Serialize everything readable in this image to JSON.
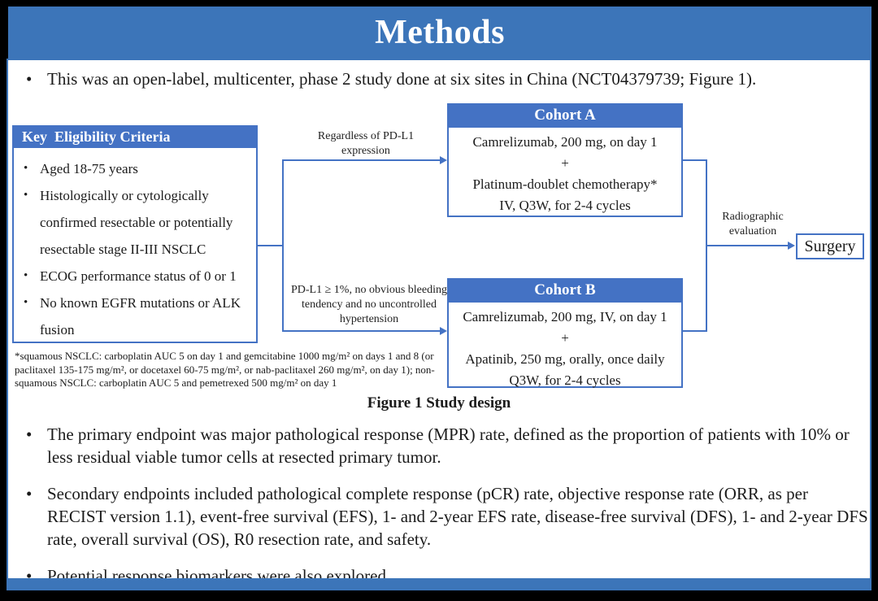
{
  "slide": {
    "title": "Methods",
    "intro_bullet": "This was an open-label, multicenter, phase 2 study done at six sites in China (NCT04379739; Figure 1)."
  },
  "figure": {
    "caption": "Figure 1 Study design",
    "eligibility": {
      "title": "Key  Eligibility Criteria",
      "items": [
        "Aged 18-75 years",
        "Histologically or cytologically confirmed resectable or potentially resectable stage II-III NSCLC",
        "ECOG performance status of 0 or 1",
        "No known EGFR mutations or ALK fusion"
      ]
    },
    "cohort_a": {
      "title": "Cohort A",
      "lines": [
        "Camrelizumab, 200 mg, on day 1",
        "+",
        "Platinum-doublet chemotherapy*",
        "IV, Q3W, for 2-4 cycles"
      ]
    },
    "cohort_b": {
      "title": "Cohort B",
      "lines": [
        "Camrelizumab, 200 mg, IV, on day 1",
        "+",
        "Apatinib, 250 mg, orally, once daily",
        "Q3W, for 2-4 cycles"
      ]
    },
    "branch_label_top": "Regardless of PD-L1 expression",
    "branch_label_bottom": "PD-L1 ≥ 1%, no obvious bleeding tendency and no uncontrolled hypertension",
    "evaluation_label": "Radiographic evaluation",
    "surgery_label": "Surgery",
    "footnote": "*squamous NSCLC: carboplatin AUC 5 on day 1 and gemcitabine 1000 mg/m² on days 1 and 8 (or paclitaxel 135-175 mg/m², or docetaxel 60-75 mg/m², or nab-paclitaxel 260 mg/m², on day 1); non-squamous NSCLC: carboplatin AUC 5 and pemetrexed 500 mg/m² on day 1"
  },
  "endpoint_bullets": [
    "The primary endpoint was major pathological response (MPR) rate, defined as the proportion of patients with 10% or less residual viable tumor cells at resected primary tumor.",
    "Secondary endpoints included pathological complete response (pCR) rate, objective response rate (ORR, as per RECIST version 1.1), event-free survival (EFS), 1- and 2-year EFS rate, disease-free survival (DFS), 1- and 2-year DFS rate, overall survival (OS), R0 resection rate, and safety.",
    "Potential response biomarkers were also explored."
  ],
  "colors": {
    "title_bar_blue": "#3c75b9",
    "box_header_blue": "#4472c4",
    "connector_blue": "#4472c4",
    "border_blue": "#4472c4",
    "text_black": "#1b1b1b",
    "background_frame": "#000000",
    "content_white": "#ffffff"
  }
}
